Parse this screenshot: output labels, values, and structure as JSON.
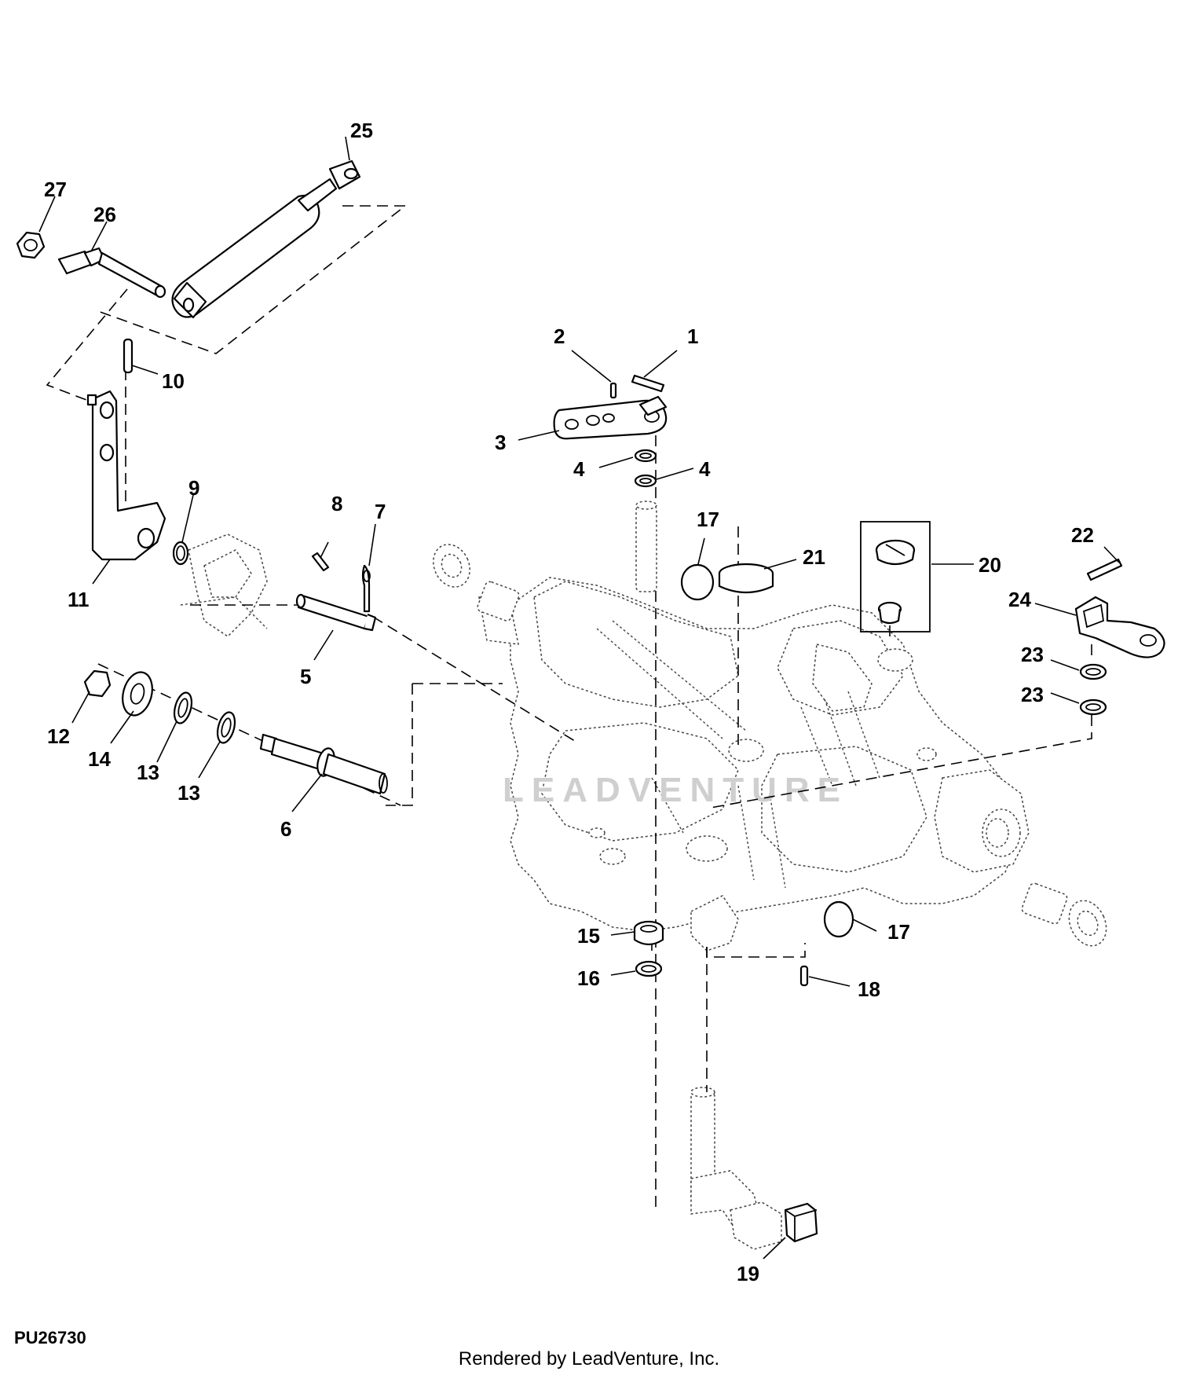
{
  "figure_code": "PU26730",
  "credit": "Rendered by LeadVenture, Inc.",
  "watermark": "LEADVENTURE",
  "callouts": {
    "c1": "1",
    "c2": "2",
    "c3": "3",
    "c4a": "4",
    "c4b": "4",
    "c5": "5",
    "c6": "6",
    "c7": "7",
    "c8": "8",
    "c9": "9",
    "c10": "10",
    "c11": "11",
    "c12": "12",
    "c13a": "13",
    "c13b": "13",
    "c14": "14",
    "c15": "15",
    "c16": "16",
    "c17a": "17",
    "c17b": "17",
    "c18": "18",
    "c19": "19",
    "c20": "20",
    "c21": "21",
    "c22": "22",
    "c23a": "23",
    "c23b": "23",
    "c24": "24",
    "c25": "25",
    "c26": "26",
    "c27": "27"
  }
}
